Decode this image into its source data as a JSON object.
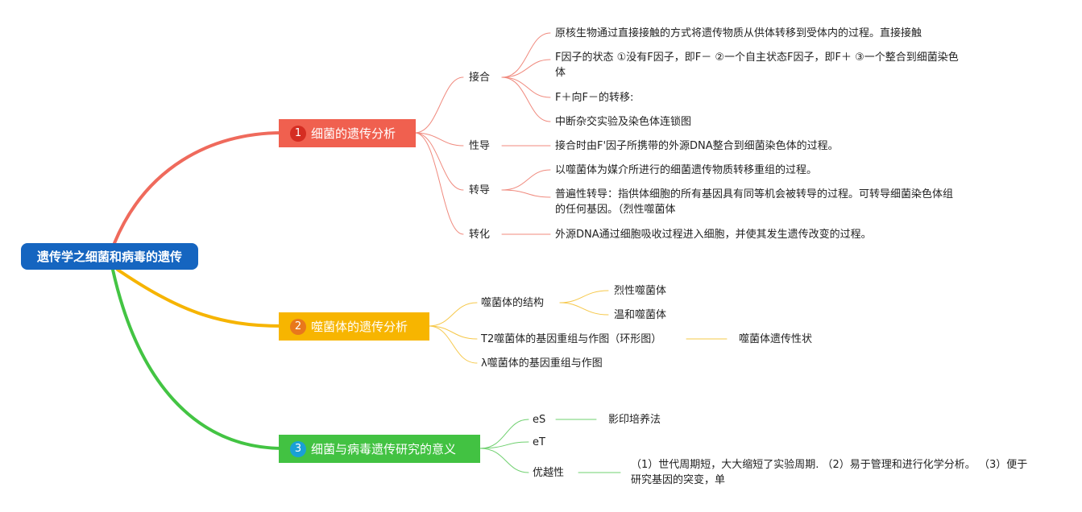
{
  "root": {
    "label": "遗传学之细菌和病毒的遗传"
  },
  "branches": [
    {
      "badge": "1",
      "label": "细菌的遗传分析",
      "color": "#ef5a4c",
      "badge_color": "#d32f2f",
      "children": [
        {
          "label": "接合",
          "details": [
            "原核生物通过直接接触的方式将遗传物质从供体转移到受体内的过程。直接接触",
            "F因子的状态 ①没有F因子，即F－ ②一个自主状态F因子，即F＋ ③一个整合到细菌染色体",
            "F＋向F－的转移:",
            "中断杂交实验及染色体连锁图"
          ]
        },
        {
          "label": "性导",
          "details": [
            "接合时由F'因子所携带的外源DNA整合到细菌染色体的过程。"
          ]
        },
        {
          "label": "转导",
          "details": [
            "以噬菌体为媒介所进行的细菌遗传物质转移重组的过程。",
            "普遍性转导：指供体细胞的所有基因具有同等机会被转导的过程。可转导细菌染色体组的任何基因。（烈性噬菌体"
          ]
        },
        {
          "label": "转化",
          "details": [
            "外源DNA通过细胞吸收过程进入细胞，并使其发生遗传改变的过程。"
          ]
        }
      ]
    },
    {
      "badge": "2",
      "label": "噬菌体的遗传分析",
      "color": "#f6b400",
      "badge_color": "#e8741a",
      "children": [
        {
          "label": "噬菌体的结构",
          "details": [
            "烈性噬菌体",
            "温和噬菌体"
          ]
        },
        {
          "label": "T2噬菌体的基因重组与作图（环形图）",
          "details": [
            "噬菌体遗传性状"
          ]
        },
        {
          "label": "λ噬菌体的基因重组与作图",
          "details": []
        }
      ]
    },
    {
      "badge": "3",
      "label": "细菌与病毒遗传研究的意义",
      "color": "#43c443",
      "badge_color": "#1aa3d8",
      "children": [
        {
          "label": "eS",
          "details": [
            "影印培养法"
          ]
        },
        {
          "label": "eT",
          "details": []
        },
        {
          "label": "优越性",
          "details": [
            "（1）世代周期短，大大缩短了实验周期. （2）易于管理和进行化学分析。 （3）便于研究基因的突变，单"
          ]
        }
      ]
    }
  ]
}
